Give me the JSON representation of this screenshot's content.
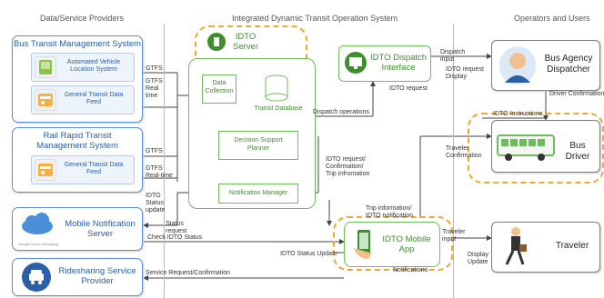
{
  "sections": {
    "left": "Data/Service Providers",
    "middle": "Integrated Dynamic Transit Operation System",
    "right": "Operators and Users"
  },
  "providers": {
    "bus": {
      "title": "Bus Transit Management System",
      "avl": "Automated Vehicle Location System",
      "gtfs": "General Transit Data Feed"
    },
    "rail": {
      "title_line1": "Rail Rapid Transit",
      "title_line2": "Management System",
      "gtfs": "General Transit Data Feed"
    },
    "notification": {
      "title_line1": "Mobile Notification",
      "title_line2": "Server",
      "logo_text": "Google cloud messaging"
    },
    "ridesharing": {
      "title_line1": "Ridesharing Service",
      "title_line2": "Provider"
    }
  },
  "idto": {
    "server_line1": "IDTO",
    "server_line2": "Server",
    "data_collection_line1": "Data",
    "data_collection_line2": "Collection",
    "transit_database": "Transit Database",
    "dss_line1": "Decision Support",
    "dss_line2": "Planner",
    "notification_manager": "Notification Manager",
    "dispatch_line1": "IDTO Dispatch",
    "dispatch_line2": "Interface",
    "mobile_line1": "IDTO Mobile",
    "mobile_line2": "App"
  },
  "users": {
    "dispatcher_line1": "Bus Agency",
    "dispatcher_line2": "Dispatcher",
    "driver": "Bus Driver",
    "traveler": "Traveler"
  },
  "labels": {
    "gtfs1": "GTFS",
    "gtfs_realtime1_line1": "GTFS",
    "gtfs_realtime1_line2": "Real",
    "gtfs_realtime1_line3": "time",
    "gtfs2": "GTFS",
    "gtfs_realtime2_line1": "GTFS",
    "gtfs_realtime2_line2": "Real-time",
    "idto_status_update_line1": "IDTO",
    "idto_status_update_line2": "Status",
    "idto_status_update_line3": "update",
    "status_request_line1": "Status",
    "status_request_line2": "request",
    "check_idto_status": "Check IDTO Status",
    "idto_status_update": "IDTO Status Update",
    "service_request": "Service Request/Confirmation",
    "notifications": "Notifications",
    "dispatch_operations": "Dispatch operations",
    "idto_request": "IDTO request",
    "dispatch_input_line1": "Dispatch",
    "dispatch_input_line2": "input",
    "idto_request_display_line1": "IDTO request",
    "idto_request_display_line2": "Display",
    "driver_confirmation": "Driver Confirmation",
    "idto_instructions": "IDTO Instructions",
    "traveler_confirmation_line1": "Traveler",
    "traveler_confirmation_line2": "Confirmation",
    "idto_request_confirmation_line1": "IDTO request/",
    "idto_request_confirmation_line2": "Confirmation/",
    "idto_request_confirmation_line3": "Trip infromation",
    "trip_information_line1": "Trip information/",
    "trip_information_line2": "IDTO notification",
    "traveler_input_line1": "Traveler",
    "traveler_input_line2": "input",
    "display_update_line1": "Display",
    "display_update_line2": "Update"
  }
}
